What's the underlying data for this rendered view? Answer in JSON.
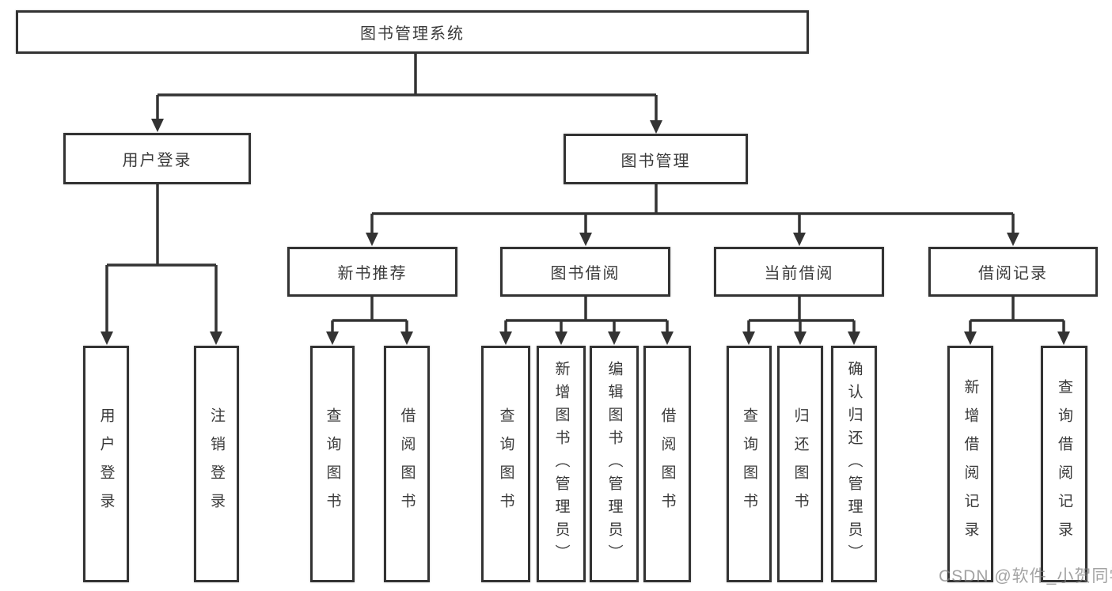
{
  "diagram": {
    "root": {
      "label": "图书管理系统"
    },
    "branches": [
      {
        "label": "用户登录",
        "children": [
          {
            "label": "用户登录"
          },
          {
            "label": "注销登录"
          }
        ]
      },
      {
        "label": "图书管理",
        "children": [
          {
            "label": "新书推荐",
            "children": [
              {
                "label": "查询图书"
              },
              {
                "label": "借阅图书"
              }
            ]
          },
          {
            "label": "图书借阅",
            "children": [
              {
                "label": "查询图书"
              },
              {
                "label": "新增图书（管理员）"
              },
              {
                "label": "编辑图书（管理员）"
              },
              {
                "label": "借阅图书"
              }
            ]
          },
          {
            "label": "当前借阅",
            "children": [
              {
                "label": "查询图书"
              },
              {
                "label": "归还图书"
              },
              {
                "label": "确认归还（管理员）"
              }
            ]
          },
          {
            "label": "借阅记录",
            "children": [
              {
                "label": "新增借阅记录"
              },
              {
                "label": "查询借阅记录"
              }
            ]
          }
        ]
      }
    ]
  },
  "watermark": {
    "text": "CSDN @软件_小贺同学"
  },
  "colors": {
    "line": "#333333",
    "text": "#3a3a3a",
    "background": "#ffffff",
    "watermark": "#808080"
  }
}
